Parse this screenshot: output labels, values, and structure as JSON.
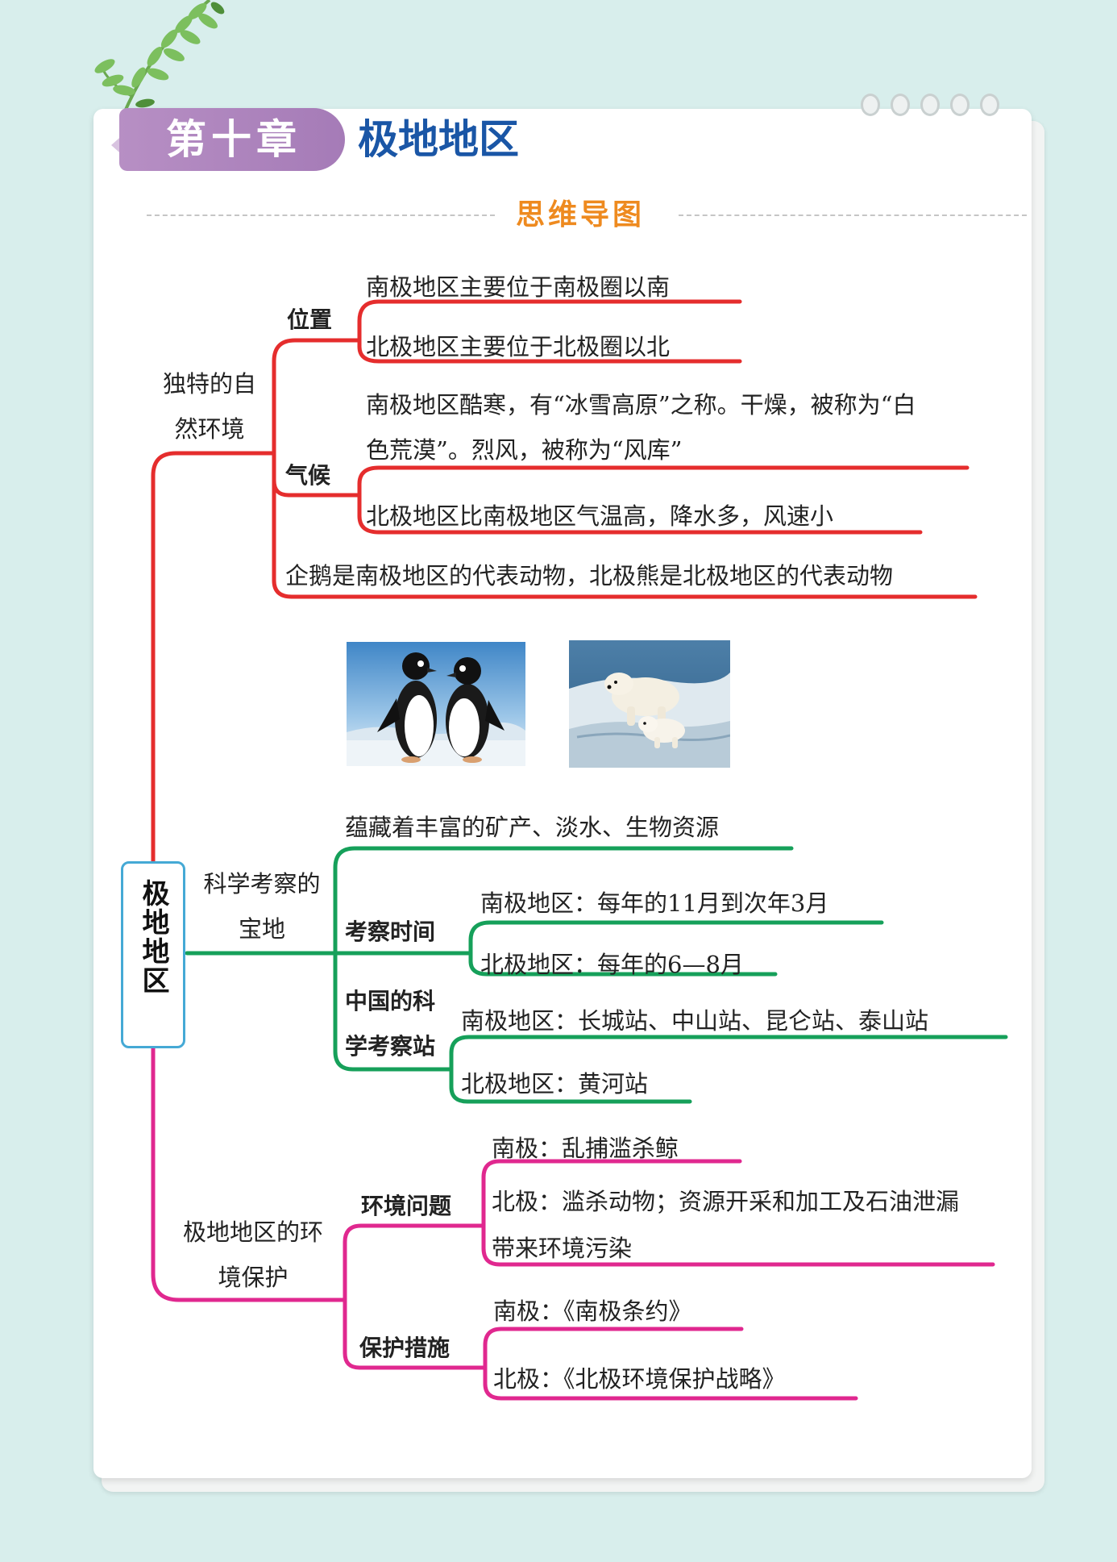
{
  "header": {
    "chapter_number": "第十章",
    "chapter_title": "极地地区",
    "section_title": "思维导图"
  },
  "mindmap": {
    "root": "极地地区",
    "colors": {
      "natural_environment": "#e52d2d",
      "science_research": "#16a05a",
      "environment_protection": "#e0288f",
      "root_border": "#45a9d5"
    },
    "natural_environment": {
      "label": "独特的自然环境",
      "location": {
        "label": "位置",
        "south": "南极地区主要位于南极圈以南",
        "north": "北极地区主要位于北极圈以北"
      },
      "climate": {
        "label": "气候",
        "south_line1": "南极地区酷寒，有“冰雪高原”之称。干燥，被称为“白",
        "south_line2": "色荒漠”。烈风，被称为“风库”",
        "north": "北极地区比南极地区气温高，降水多，风速小"
      },
      "animals": "企鹅是南极地区的代表动物，北极熊是北极地区的代表动物"
    },
    "science_research": {
      "label": "科学考察的宝地",
      "resources": "蕴藏着丰富的矿产、淡水、生物资源",
      "survey_time": {
        "label": "考察时间",
        "south": "南极地区：每年的11月到次年3月",
        "north": "北极地区：每年的6—8月"
      },
      "stations": {
        "label": "中国的科学考察站",
        "south": "南极地区：长城站、中山站、昆仑站、泰山站",
        "north": "北极地区：黄河站"
      }
    },
    "environment_protection": {
      "label": "极地地区的环境保护",
      "problems": {
        "label": "环境问题",
        "south": "南极：乱捕滥杀鲸",
        "north_line1": "北极：滥杀动物；资源开采和加工及石油泄漏",
        "north_line2": "带来环境污染"
      },
      "measures": {
        "label": "保护措施",
        "south": "南极：《南极条约》",
        "north": "北极：《北极环境保护战略》"
      }
    }
  }
}
